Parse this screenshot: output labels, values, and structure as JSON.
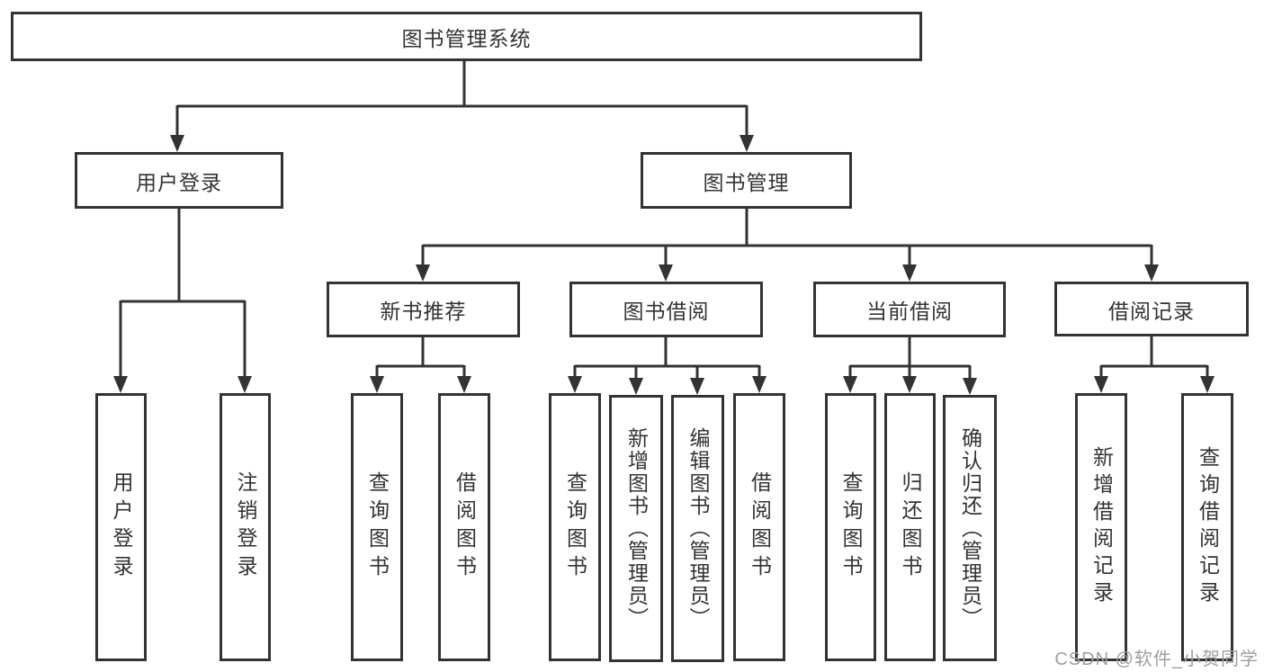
{
  "diagram": {
    "root": {
      "label": "图书管理系统"
    },
    "branches": [
      {
        "label": "用户登录",
        "children": [
          {
            "label": "用户登录"
          },
          {
            "label": "注销登录"
          }
        ]
      },
      {
        "label": "图书管理",
        "children": [
          {
            "label": "新书推荐",
            "children": [
              {
                "label": "查询图书"
              },
              {
                "label": "借阅图书"
              }
            ]
          },
          {
            "label": "图书借阅",
            "children": [
              {
                "label": "查询图书"
              },
              {
                "label": "新增图书（管理员）"
              },
              {
                "label": "编辑图书（管理员）"
              },
              {
                "label": "借阅图书"
              }
            ]
          },
          {
            "label": "当前借阅",
            "children": [
              {
                "label": "查询图书"
              },
              {
                "label": "归还图书"
              },
              {
                "label": "确认归还（管理员）"
              }
            ]
          },
          {
            "label": "借阅记录",
            "children": [
              {
                "label": "新增借阅记录"
              },
              {
                "label": "查询借阅记录"
              }
            ]
          }
        ]
      }
    ]
  },
  "watermark": {
    "text": "CSDN @软件_小贺同学"
  },
  "colors": {
    "line": "#333333",
    "border": "#333333",
    "text": "#333333",
    "watermark": "#9e9e9e",
    "background": "#ffffff"
  }
}
